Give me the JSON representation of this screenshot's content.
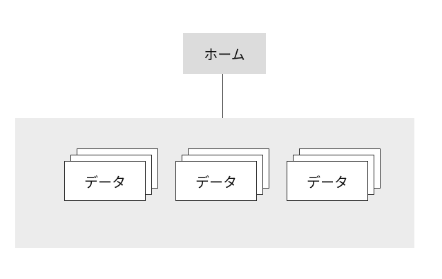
{
  "home": {
    "label": "ホーム"
  },
  "data_group": {
    "items": [
      {
        "label": "データ"
      },
      {
        "label": "データ"
      },
      {
        "label": "データ"
      }
    ]
  }
}
